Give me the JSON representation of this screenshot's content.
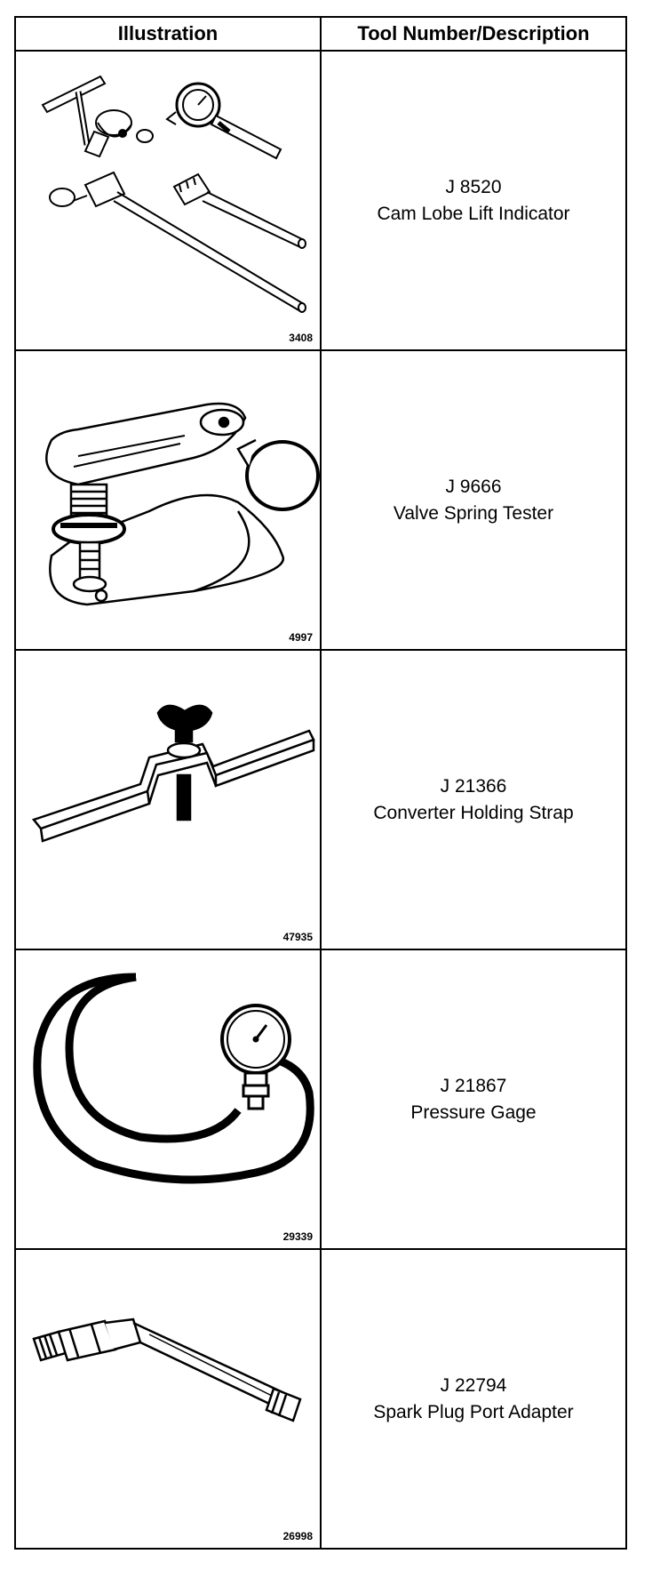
{
  "header": {
    "illustration": "Illustration",
    "tool": "Tool Number/Description"
  },
  "rows": [
    {
      "tool_number": "J 8520",
      "description": "Cam Lobe Lift Indicator",
      "figure": "3408",
      "icon": "cam-lobe-lift-indicator-icon"
    },
    {
      "tool_number": "J 9666",
      "description": "Valve Spring Tester",
      "figure": "4997",
      "icon": "valve-spring-tester-icon"
    },
    {
      "tool_number": "J 21366",
      "description": "Converter Holding Strap",
      "figure": "47935",
      "icon": "converter-holding-strap-icon"
    },
    {
      "tool_number": "J 21867",
      "description": "Pressure Gage",
      "figure": "29339",
      "icon": "pressure-gage-icon"
    },
    {
      "tool_number": "J 22794",
      "description": "Spark Plug Port Adapter",
      "figure": "26998",
      "icon": "spark-plug-port-adapter-icon"
    }
  ]
}
